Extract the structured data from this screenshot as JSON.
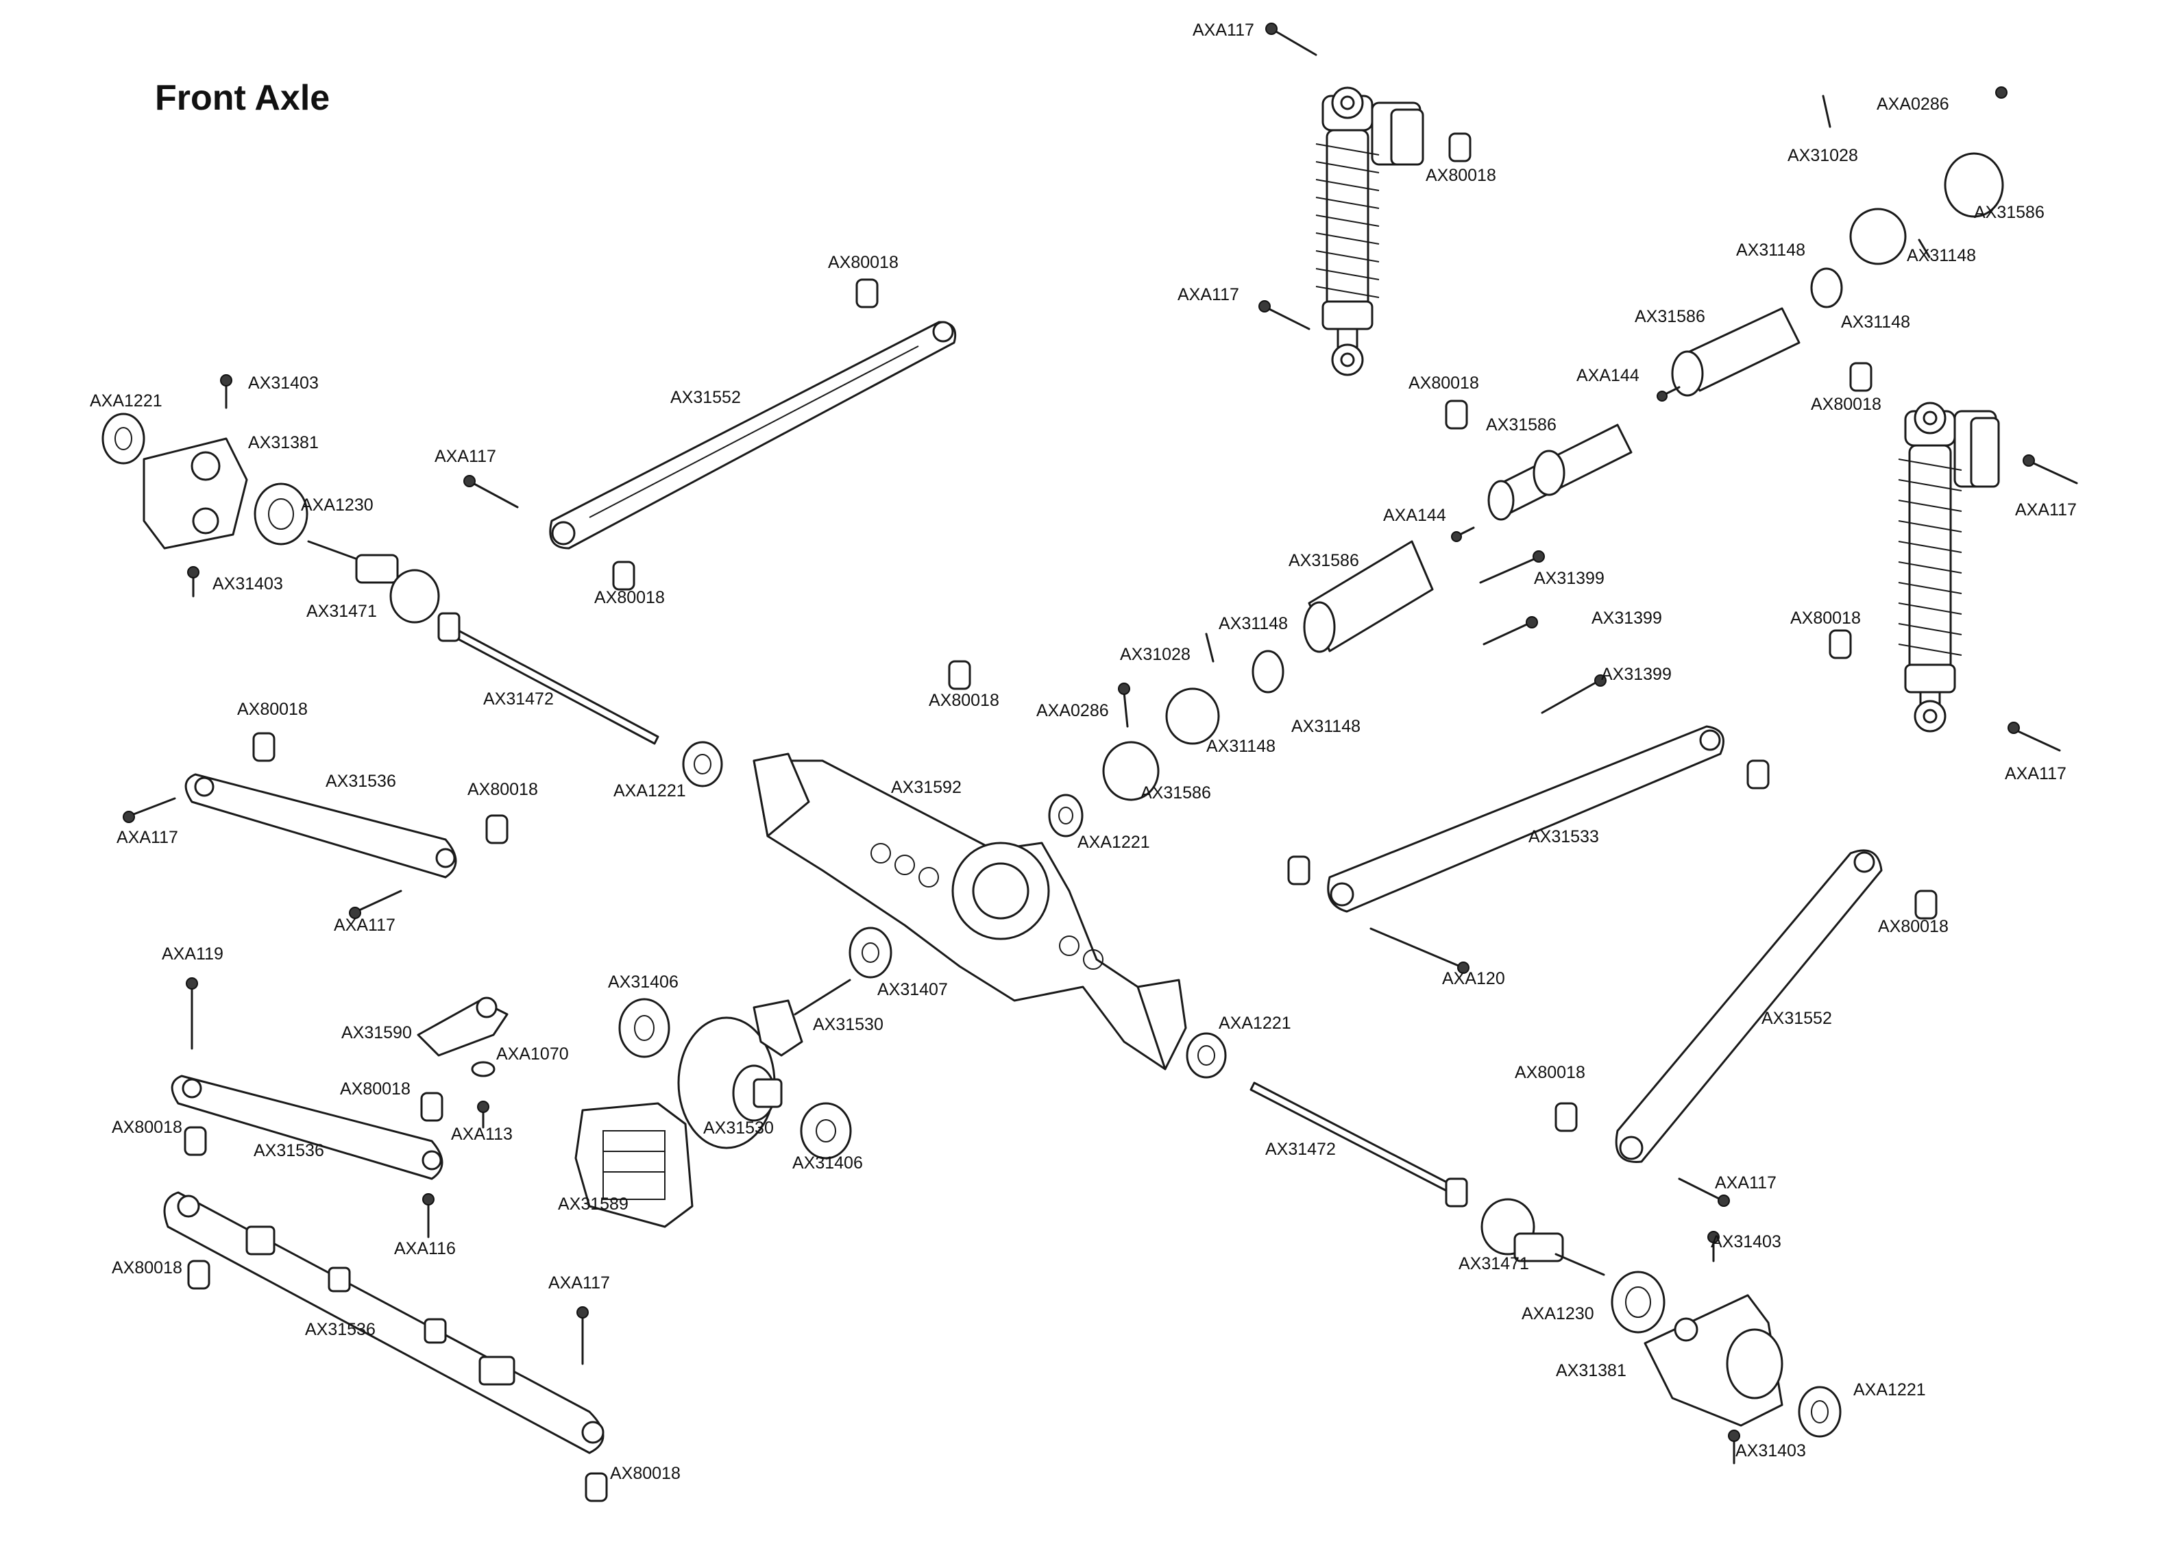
{
  "title": "Front Axle",
  "labels": [
    "AXA117",
    "AX80018",
    "AXA0286",
    "AX31028",
    "AX31586",
    "AX31148",
    "AX31148",
    "AXA117",
    "AX31148",
    "AX31586",
    "AX80018",
    "AX80018",
    "AXA144",
    "AX80018",
    "AX31586",
    "AXA117",
    "AX31552",
    "AXA1221",
    "AX31403",
    "AX31381",
    "AXA117",
    "AXA1230",
    "AXA144",
    "AX31586",
    "AX31399",
    "AX31403",
    "AX80018",
    "AX31471",
    "AX31399",
    "AX31148",
    "AX31028",
    "AX31399",
    "AX31472",
    "AX80018",
    "AXA0286",
    "AX31148",
    "AX31148",
    "AX80018",
    "AXA117",
    "AX31592",
    "AX31586",
    "AXA1221",
    "AX31536",
    "AX80018",
    "AXA1221",
    "AX80018",
    "AX31533",
    "AXA117",
    "AXA117",
    "AX80018",
    "AXA119",
    "AX31406",
    "AX31407",
    "AXA120",
    "AX31590",
    "AX31530",
    "AXA1221",
    "AXA1070",
    "AX31552",
    "AX80018",
    "AX80018",
    "AXA113",
    "AX31536",
    "AX80018",
    "AX31530",
    "AX31406",
    "AX31472",
    "AX31589",
    "AXA116",
    "AXA117",
    "AX31403",
    "AX80018",
    "AX31471",
    "AXA117",
    "AXA1230",
    "AX31536",
    "AX31381",
    "AXA1221",
    "AX31403",
    "AX80018"
  ]
}
